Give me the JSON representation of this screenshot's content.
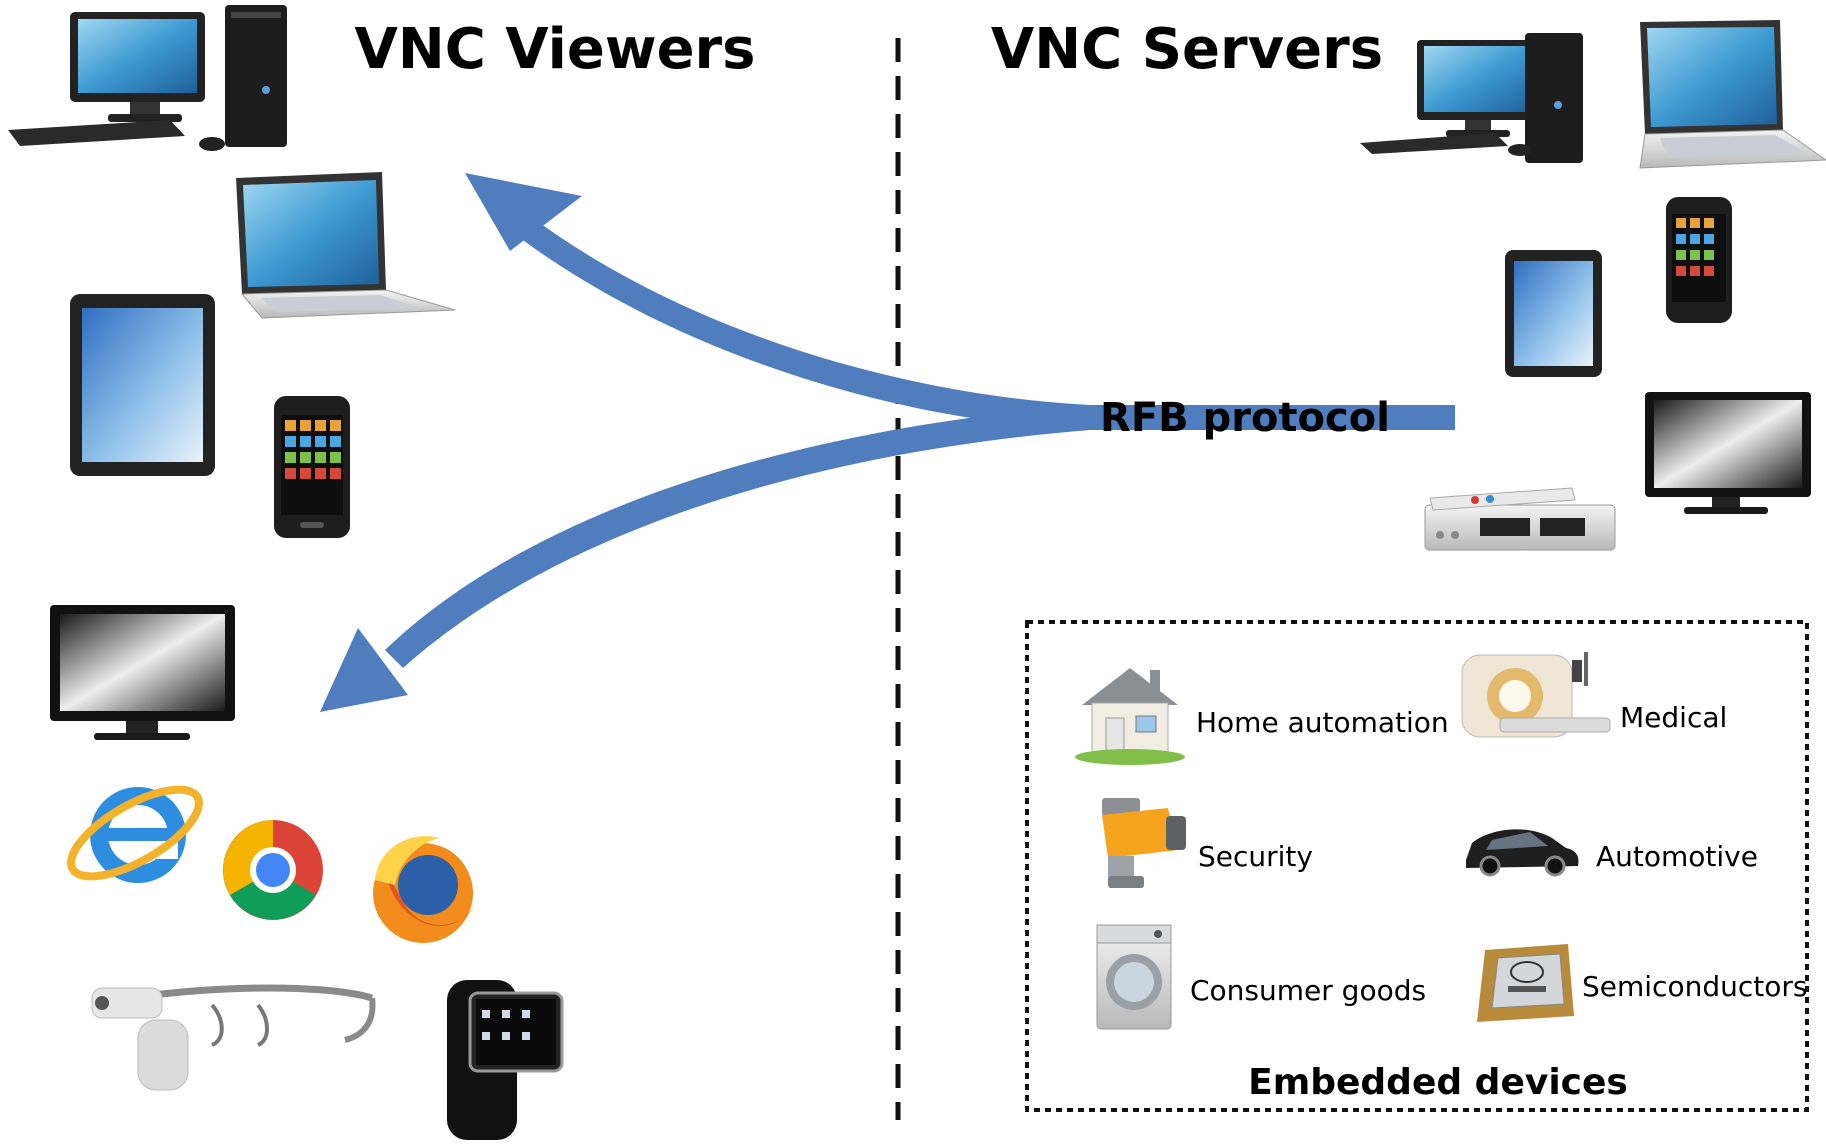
{
  "headings": {
    "viewers": "VNC Viewers",
    "servers": "VNC Servers"
  },
  "protocol_label": "RFB protocol",
  "embedded": {
    "title": "Embedded devices",
    "items": [
      {
        "label": "Home automation",
        "icon": "house-icon"
      },
      {
        "label": "Medical",
        "icon": "mri-scanner-icon"
      },
      {
        "label": "Security",
        "icon": "security-camera-icon"
      },
      {
        "label": "Automotive",
        "icon": "car-icon"
      },
      {
        "label": "Consumer goods",
        "icon": "washing-machine-icon"
      },
      {
        "label": "Semiconductors",
        "icon": "cpu-chip-icon"
      }
    ]
  },
  "viewer_devices": [
    "desktop-computer-icon",
    "laptop-icon",
    "tablet-icon",
    "smartphone-icon",
    "tv-monitor-icon",
    "internet-explorer-icon",
    "chrome-icon",
    "firefox-icon",
    "smart-glasses-icon",
    "smartwatch-icon"
  ],
  "server_devices": [
    "desktop-computer-icon",
    "laptop-icon",
    "smartphone-icon",
    "tablet-icon",
    "tv-monitor-icon",
    "set-top-box-icon"
  ],
  "colors": {
    "arrow": "#4F7DBE",
    "screen": "#3E9BD2",
    "text": "#000000"
  }
}
